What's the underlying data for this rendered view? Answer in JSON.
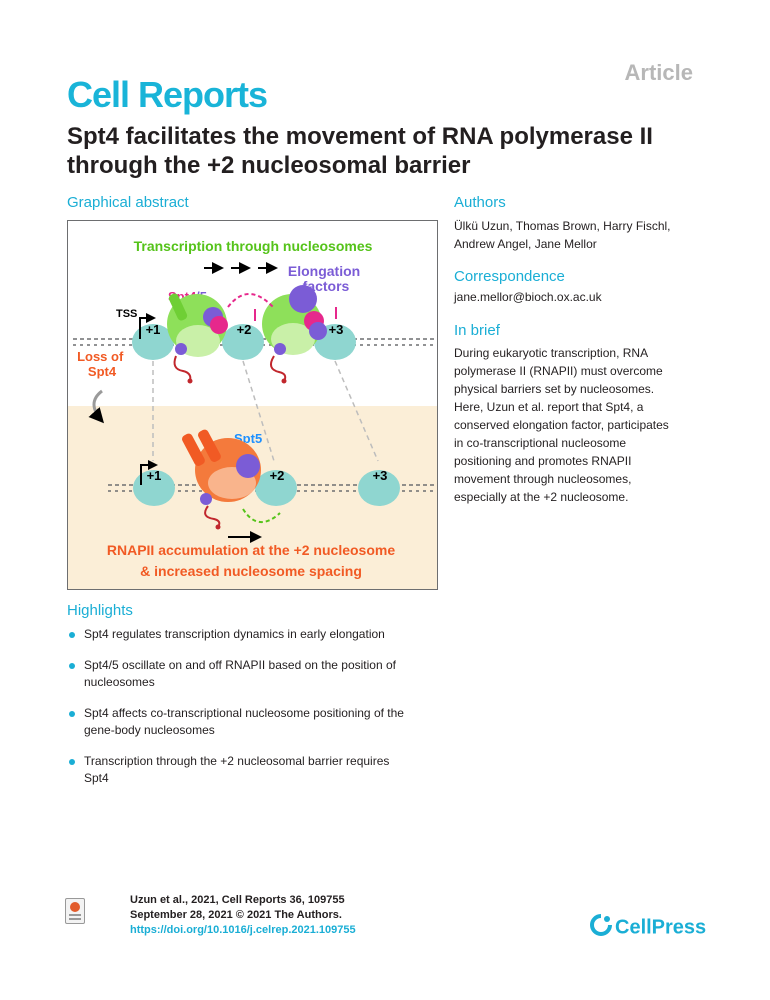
{
  "header": {
    "article_label": "Article",
    "journal": "Cell Reports",
    "title_line1": "Spt4 facilitates the movement of RNA polymerase II",
    "title_line2": "through the +2 nucleosomal barrier"
  },
  "graphical_abstract": {
    "heading": "Graphical abstract",
    "top_title": "Transcription through nucleosomes",
    "elongation_line1": "Elongation",
    "elongation_line2": "factors",
    "spt45_a": "Spt4",
    "spt45_b": "/5",
    "tss": "TSS",
    "loss_line1": "Loss of",
    "loss_line2": "Spt4",
    "spt5": "Spt5",
    "nuc_plus1": "+1",
    "nuc_plus2": "+2",
    "nuc_plus3": "+3",
    "bottom_line1": "RNAPII accumulation at the +2 nucleosome",
    "bottom_line2": "& increased nucleosome spacing",
    "colors": {
      "green": "#55c31a",
      "orange": "#f15a24",
      "purple": "#7b5cd6",
      "magenta": "#e6288c",
      "nucleosome": "#8fd6d0",
      "bottom_panel": "#fbeed7"
    }
  },
  "authors": {
    "heading": "Authors",
    "line1": "Ülkü Uzun, Thomas Brown, Harry Fischl,",
    "line2": "Andrew Angel, Jane Mellor"
  },
  "correspondence": {
    "heading": "Correspondence",
    "email": "jane.mellor@bioch.ox.ac.uk"
  },
  "in_brief": {
    "heading": "In brief",
    "lines": [
      "During eukaryotic transcription, RNA",
      "polymerase II (RNAPII) must overcome",
      "physical barriers set by nucleosomes.",
      "Here, Uzun et al. report that Spt4, a",
      "conserved elongation factor, participates",
      "in co-transcriptional nucleosome",
      "positioning and promotes RNAPII",
      "movement through nucleosomes,",
      "especially at the +2 nucleosome."
    ]
  },
  "highlights": {
    "heading": "Highlights",
    "items": [
      {
        "l1": "Spt4 regulates transcription dynamics in early elongation",
        "l2": ""
      },
      {
        "l1": "Spt4/5 oscillate on and off RNAPII based on the position of",
        "l2": "nucleosomes"
      },
      {
        "l1": "Spt4 affects co-transcriptional nucleosome positioning of the",
        "l2": "gene-body nucleosomes"
      },
      {
        "l1": "Transcription through the +2 nucleosomal barrier requires",
        "l2": "Spt4"
      }
    ]
  },
  "citation": {
    "line1": "Uzun et al., 2021, Cell Reports 36, 109755",
    "line2": "September 28, 2021 © 2021 The Authors.",
    "doi": "https://doi.org/10.1016/j.celrep.2021.109755"
  },
  "footer": {
    "publisher": "CellPress",
    "badge_icon": "check-for-updates-icon"
  }
}
